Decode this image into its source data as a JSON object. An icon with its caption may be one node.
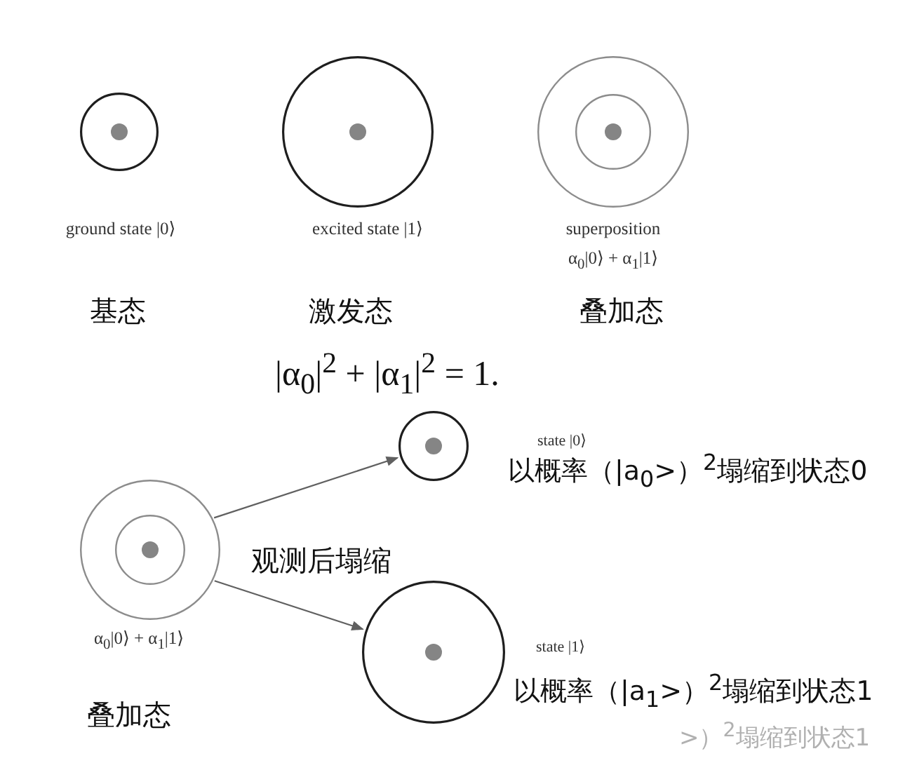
{
  "diagram": {
    "nodes": [
      {
        "text": [],
        "shape": "circle",
        "beside": [
          "ground state |0⟩",
          "基态"
        ]
      },
      {
        "text": [],
        "shape": "circle",
        "beside": [
          "excited state |1⟩",
          "激发态"
        ]
      },
      {
        "text": [],
        "shape": "circle",
        "beside": [
          "superposition",
          "α$_{0}$|0⟩ + α$_{1}$|1⟩",
          "叠加态"
        ]
      },
      {
        "text": [],
        "shape": "circle",
        "beside": [
          "α$_{0}$|0⟩ + α$_{1}$|1⟩",
          "叠加态"
        ]
      },
      {
        "text": [],
        "shape": "circle",
        "beside": [
          "state |0⟩",
          "以概率（|a$_{0}$>）$^{2}$塌缩到状态0"
        ]
      },
      {
        "text": [],
        "shape": "circle",
        "beside": [
          "state |1⟩",
          "以概率（|a$_{1}$>）$^{2}$塌缩到状态1"
        ]
      }
    ],
    "edges": [
      {
        "from": 3,
        "to": 4,
        "arrow": "to"
      },
      {
        "from": 3,
        "to": 5,
        "arrow": "to"
      }
    ],
    "labels": [
      "|α$_{0}$|$^{2}$ + |α$_{1}$|$^{2}$ = 1.",
      "观测后塌缩",
      ">）$^{2}$塌缩到状态1"
    ]
  }
}
